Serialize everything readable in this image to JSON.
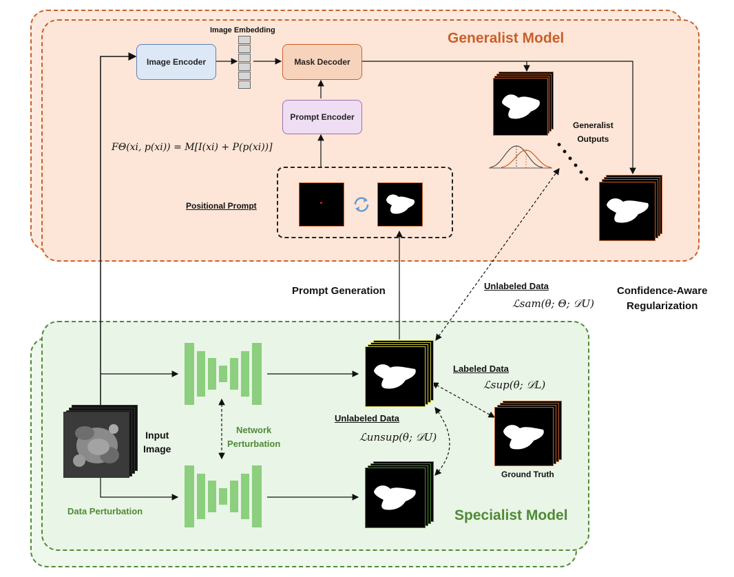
{
  "generalist": {
    "title": "Generalist Model",
    "image_encoder": "Image Encoder",
    "image_embedding": "Image Embedding",
    "mask_decoder": "Mask Decoder",
    "prompt_encoder": "Prompt Encoder",
    "formula": "FΘ(xi, p(xi)) = M[I(xi) + P(p(xi))]",
    "positional_prompt": "Positional Prompt",
    "generalist_outputs_1": "Generalist",
    "generalist_outputs_2": "Outputs"
  },
  "middle": {
    "prompt_generation": "Prompt Generation",
    "unlabeled_data_top": "Unlabeled Data",
    "loss_sam": "ℒsam(θ; Θ; 𝒟U)",
    "confidence_1": "Confidence-Aware",
    "confidence_2": "Regularization"
  },
  "specialist": {
    "title": "Specialist Model",
    "input_image_1": "Input",
    "input_image_2": "Image",
    "network_perturbation_1": "Network",
    "network_perturbation_2": "Perturbation",
    "data_perturbation": "Data Perturbation",
    "labeled_data": "Labeled Data",
    "loss_sup": "ℒsup(θ; 𝒟L)",
    "unlabeled_data": "Unlabeled Data",
    "loss_unsup": "ℒunsup(θ; 𝒟U)",
    "ground_truth": "Ground Truth"
  },
  "colors": {
    "generalist_fill": "#fde6d8",
    "generalist_border": "#c8602a",
    "generalist_title": "#c8602a",
    "specialist_fill": "#e9f5e6",
    "specialist_border": "#4e8a35",
    "specialist_title": "#4e8a35",
    "unet": "#8ccf7e",
    "image_encoder_fill": "#dde8f7",
    "mask_decoder_fill": "#f8d3bb",
    "prompt_encoder_fill": "#eeddf3"
  }
}
